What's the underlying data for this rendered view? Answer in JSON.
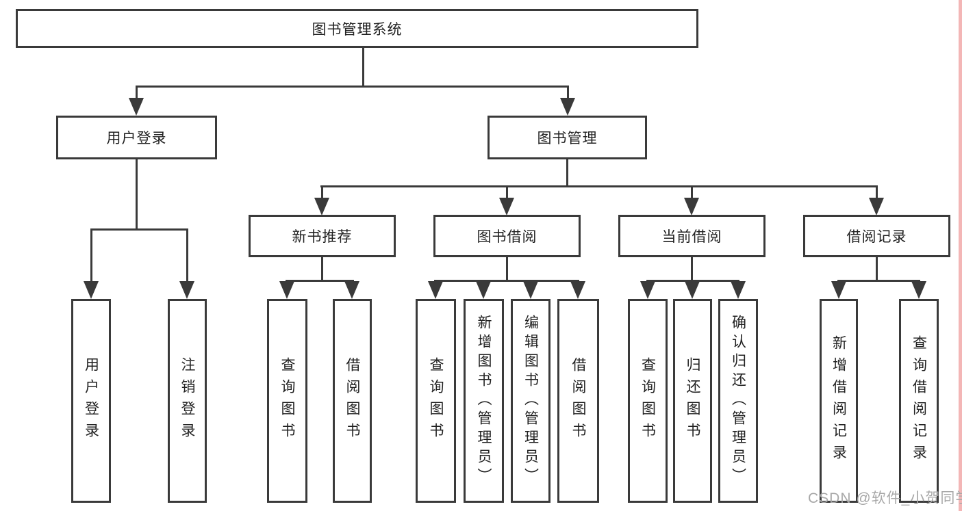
{
  "tree": {
    "root": {
      "label": "图书管理系统",
      "children": [
        {
          "label": "用户登录",
          "children": [
            {
              "label": "用户登录"
            },
            {
              "label": "注销登录"
            }
          ]
        },
        {
          "label": "图书管理",
          "children": [
            {
              "label": "新书推荐",
              "children": [
                {
                  "label": "查询图书"
                },
                {
                  "label": "借阅图书"
                }
              ]
            },
            {
              "label": "图书借阅",
              "children": [
                {
                  "label": "查询图书"
                },
                {
                  "label": "新增图书（管理员）"
                },
                {
                  "label": "编辑图书（管理员）"
                },
                {
                  "label": "借阅图书"
                }
              ]
            },
            {
              "label": "当前借阅",
              "children": [
                {
                  "label": "查询图书"
                },
                {
                  "label": "归还图书"
                },
                {
                  "label": "确认归还（管理员）"
                }
              ]
            },
            {
              "label": "借阅记录",
              "children": [
                {
                  "label": "新增借阅记录"
                },
                {
                  "label": "查询借阅记录"
                }
              ]
            }
          ]
        }
      ]
    }
  },
  "watermark": {
    "text": "CSDN @软件_小贺同学"
  },
  "colors": {
    "line": "#3a3a3a",
    "box_background": "#ffffff",
    "text": "#212121",
    "watermark_text": "#a8a8a8",
    "right_strip": "#f3b6b6"
  },
  "icons": {
    "arrow_down": "solid-triangle-down"
  }
}
